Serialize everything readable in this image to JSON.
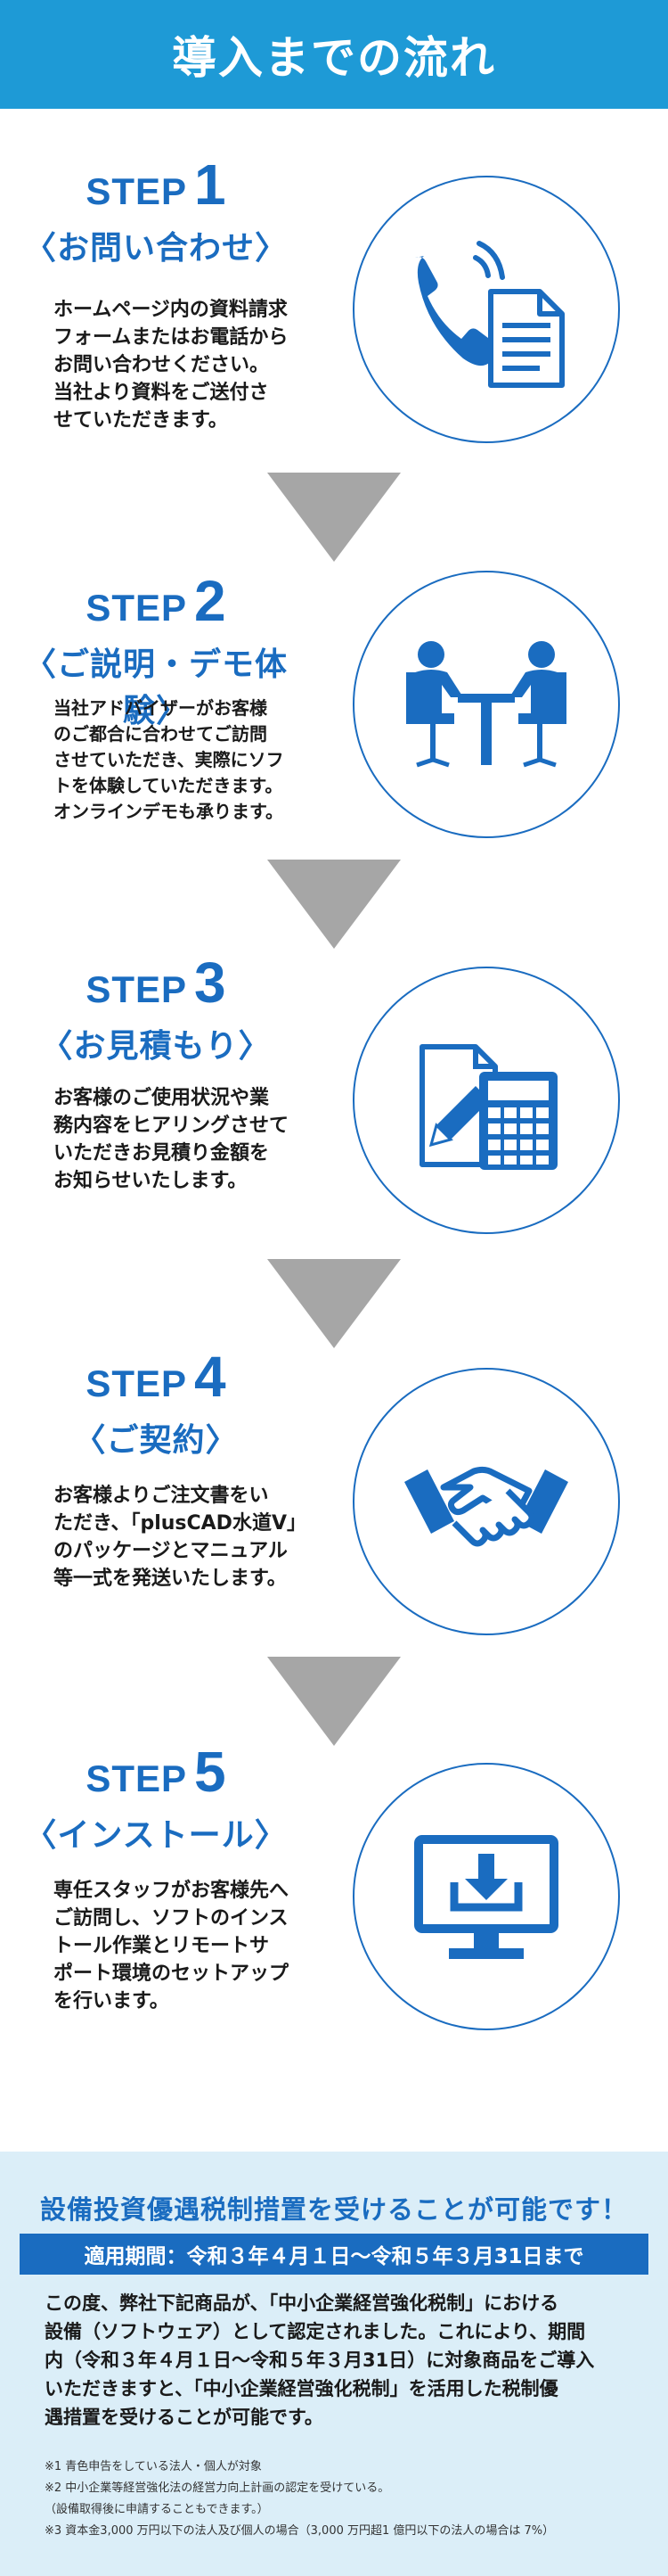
{
  "header": {
    "title": "導入までの流れ"
  },
  "colors": {
    "header_bg": "#1e9ad6",
    "accent": "#1a6cc0",
    "arrow": "#a6a6a6",
    "footer_bg": "#dbeef8"
  },
  "steps": [
    {
      "word": "STEP",
      "number": "1",
      "title": "〈お問い合わせ〉",
      "description": "ホームページ内の資料請求\nフォームまたはお電話から\nお問い合わせください。\n当社より資料をご送付さ\nせていただきます。",
      "icon": "phone-document-icon"
    },
    {
      "word": "STEP",
      "number": "2",
      "title": "〈ご説明・デモ体験〉",
      "description": "当社アドバイザーがお客様\nのご都合に合わせてご訪問\nさせていただき、実際にソフ\nトを体験していただきます。\nオンラインデモも承ります。",
      "icon": "meeting-icon"
    },
    {
      "word": "STEP",
      "number": "3",
      "title": "〈お見積もり〉",
      "description": "お客様のご使用状況や業\n務内容をヒアリングさせて\nいただきお見積り金額を\nお知らせいたします。",
      "icon": "calculator-document-icon"
    },
    {
      "word": "STEP",
      "number": "4",
      "title": "〈ご契約〉",
      "description": "お客様よりご注文書をい\nただき、「plusCAD水道V」\nのパッケージとマニュアル\n等一式を発送いたします。",
      "icon": "handshake-icon"
    },
    {
      "word": "STEP",
      "number": "5",
      "title": "〈インストール〉",
      "description": "専任スタッフがお客様先へ\nご訪問し、ソフトのインス\nトール作業とリモートサ\nポート環境のセットアップ\nを行います。",
      "icon": "monitor-download-icon"
    }
  ],
  "footer": {
    "title": "設備投資優遇税制措置を受けることが可能です！",
    "period": "適用期間：令和３年４月１日〜令和５年３月31日まで",
    "body": "この度、弊社下記商品が、「中小企業経営強化税制」における\n設備（ソフトウェア）として認定されました。これにより、期間\n内（令和３年４月１日〜令和５年３月31日）に対象商品をご導入\nいただきますと、「中小企業経営強化税制」を活用した税制優\n遇措置を受けることが可能です。",
    "notes": [
      "※1 青色申告をしている法人・個人が対象",
      "※2 中小企業等経営強化法の経営力向上計画の認定を受けている。",
      "（設備取得後に申請することもできます。）",
      "※3 資本金3,000 万円以下の法人及び個人の場合（3,000 万円超1 億円以下の法人の場合は 7%）"
    ]
  }
}
